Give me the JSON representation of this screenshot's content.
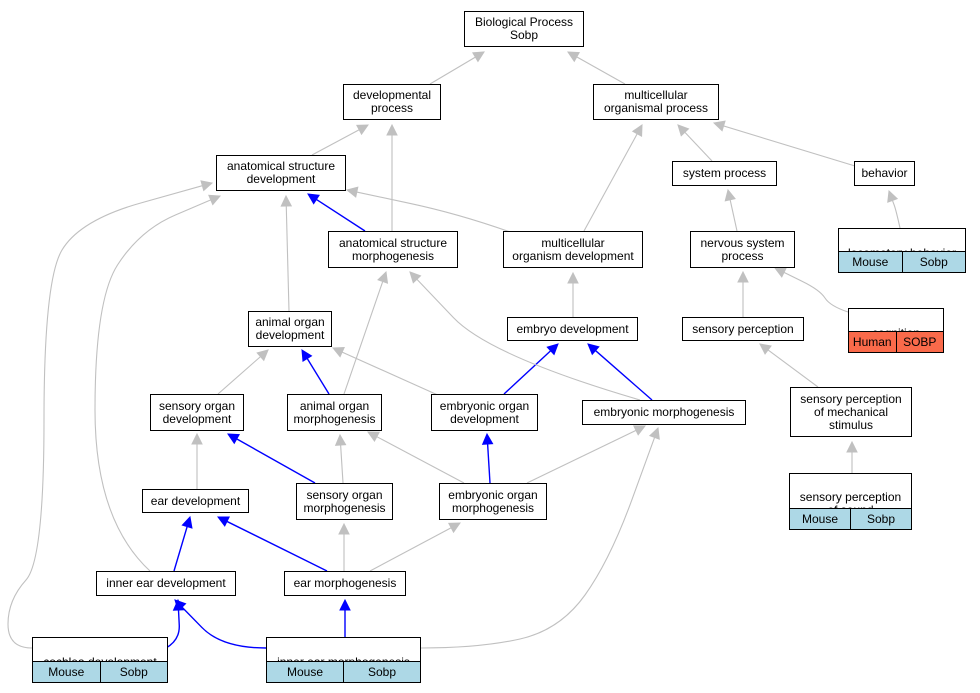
{
  "colors": {
    "is_a_edge": "#c0c0c0",
    "part_of_edge": "#0000ff",
    "mouse_tag": "#add8e6",
    "human_tag": "#fa6a4a",
    "node_border": "#000000",
    "node_fill": "#ffffff"
  },
  "nodes": {
    "biological_process": {
      "label": "Biological Process\nSobp"
    },
    "developmental_process": {
      "label": "developmental\nprocess"
    },
    "multicellular_organismal_process": {
      "label": "multicellular\norganismal process"
    },
    "anatomical_structure_development": {
      "label": "anatomical structure\ndevelopment"
    },
    "system_process": {
      "label": "system process"
    },
    "behavior": {
      "label": "behavior"
    },
    "locomotory_behavior": {
      "label": "locomotory behavior",
      "tags": [
        "Mouse",
        "Sobp"
      ],
      "tag_color": "mouse"
    },
    "anatomical_structure_morphogenesis": {
      "label": "anatomical structure\nmorphogenesis"
    },
    "multicellular_organism_development": {
      "label": "multicellular\norganism development"
    },
    "nervous_system_process": {
      "label": "nervous system\nprocess"
    },
    "cognition": {
      "label": "cognition",
      "tags": [
        "Human",
        "SOBP"
      ],
      "tag_color": "human"
    },
    "animal_organ_development": {
      "label": "animal organ\ndevelopment"
    },
    "embryo_development": {
      "label": "embryo development"
    },
    "sensory_perception": {
      "label": "sensory perception"
    },
    "sensory_organ_development": {
      "label": "sensory organ\ndevelopment"
    },
    "animal_organ_morphogenesis": {
      "label": "animal organ\nmorphogenesis"
    },
    "embryonic_organ_development": {
      "label": "embryonic organ\ndevelopment"
    },
    "embryonic_morphogenesis": {
      "label": "embryonic morphogenesis"
    },
    "sensory_perception_mechanical": {
      "label": "sensory perception\nof mechanical\nstimulus"
    },
    "ear_development": {
      "label": "ear development"
    },
    "sensory_organ_morphogenesis": {
      "label": "sensory organ\nmorphogenesis"
    },
    "embryonic_organ_morphogenesis": {
      "label": "embryonic organ\nmorphogenesis"
    },
    "sensory_perception_sound": {
      "label": "sensory perception\nof sound",
      "tags": [
        "Mouse",
        "Sobp"
      ],
      "tag_color": "mouse"
    },
    "inner_ear_development": {
      "label": "inner ear development"
    },
    "ear_morphogenesis": {
      "label": "ear morphogenesis"
    },
    "cochlea_development": {
      "label": "cochlea development",
      "tags": [
        "Mouse",
        "Sobp"
      ],
      "tag_color": "mouse"
    },
    "inner_ear_morphogenesis": {
      "label": "inner ear morphogenesis",
      "tags": [
        "Mouse",
        "Sobp"
      ],
      "tag_color": "mouse"
    }
  },
  "edges": [
    {
      "from": "developmental_process",
      "to": "biological_process",
      "type": "is_a"
    },
    {
      "from": "multicellular_organismal_process",
      "to": "biological_process",
      "type": "is_a"
    },
    {
      "from": "anatomical_structure_development",
      "to": "developmental_process",
      "type": "is_a"
    },
    {
      "from": "anatomical_structure_morphogenesis",
      "to": "developmental_process",
      "type": "is_a"
    },
    {
      "from": "multicellular_organism_development",
      "to": "multicellular_organismal_process",
      "type": "is_a"
    },
    {
      "from": "system_process",
      "to": "multicellular_organismal_process",
      "type": "is_a"
    },
    {
      "from": "behavior",
      "to": "multicellular_organismal_process",
      "type": "is_a"
    },
    {
      "from": "locomotory_behavior",
      "to": "behavior",
      "type": "is_a"
    },
    {
      "from": "nervous_system_process",
      "to": "system_process",
      "type": "is_a"
    },
    {
      "from": "cognition",
      "to": "nervous_system_process",
      "type": "is_a"
    },
    {
      "from": "sensory_perception",
      "to": "nervous_system_process",
      "type": "is_a"
    },
    {
      "from": "sensory_perception_mechanical",
      "to": "sensory_perception",
      "type": "is_a"
    },
    {
      "from": "sensory_perception_sound",
      "to": "sensory_perception_mechanical",
      "type": "is_a"
    },
    {
      "from": "anatomical_structure_morphogenesis",
      "to": "anatomical_structure_development",
      "type": "part_of"
    },
    {
      "from": "multicellular_organism_development",
      "to": "anatomical_structure_development",
      "type": "is_a"
    },
    {
      "from": "animal_organ_development",
      "to": "anatomical_structure_development",
      "type": "is_a"
    },
    {
      "from": "embryo_development",
      "to": "multicellular_organism_development",
      "type": "is_a"
    },
    {
      "from": "embryonic_organ_development",
      "to": "embryo_development",
      "type": "part_of"
    },
    {
      "from": "embryonic_morphogenesis",
      "to": "embryo_development",
      "type": "part_of"
    },
    {
      "from": "embryonic_morphogenesis",
      "to": "anatomical_structure_morphogenesis",
      "type": "is_a"
    },
    {
      "from": "animal_organ_morphogenesis",
      "to": "anatomical_structure_morphogenesis",
      "type": "is_a"
    },
    {
      "from": "sensory_organ_development",
      "to": "animal_organ_development",
      "type": "is_a"
    },
    {
      "from": "animal_organ_morphogenesis",
      "to": "animal_organ_development",
      "type": "part_of"
    },
    {
      "from": "embryonic_organ_development",
      "to": "animal_organ_development",
      "type": "is_a"
    },
    {
      "from": "ear_development",
      "to": "sensory_organ_development",
      "type": "is_a"
    },
    {
      "from": "sensory_organ_morphogenesis",
      "to": "sensory_organ_development",
      "type": "part_of"
    },
    {
      "from": "sensory_organ_morphogenesis",
      "to": "animal_organ_morphogenesis",
      "type": "is_a"
    },
    {
      "from": "embryonic_organ_morphogenesis",
      "to": "animal_organ_morphogenesis",
      "type": "is_a"
    },
    {
      "from": "embryonic_organ_morphogenesis",
      "to": "embryonic_organ_development",
      "type": "part_of"
    },
    {
      "from": "embryonic_organ_morphogenesis",
      "to": "embryonic_morphogenesis",
      "type": "is_a"
    },
    {
      "from": "inner_ear_development",
      "to": "ear_development",
      "type": "part_of"
    },
    {
      "from": "ear_morphogenesis",
      "to": "ear_development",
      "type": "part_of"
    },
    {
      "from": "ear_morphogenesis",
      "to": "sensory_organ_morphogenesis",
      "type": "is_a"
    },
    {
      "from": "ear_morphogenesis",
      "to": "embryonic_organ_morphogenesis",
      "type": "is_a"
    },
    {
      "from": "inner_ear_development",
      "to": "anatomical_structure_development",
      "type": "is_a"
    },
    {
      "from": "cochlea_development",
      "to": "anatomical_structure_development",
      "type": "is_a"
    },
    {
      "from": "cochlea_development",
      "to": "inner_ear_development",
      "type": "part_of"
    },
    {
      "from": "inner_ear_morphogenesis",
      "to": "inner_ear_development",
      "type": "part_of"
    },
    {
      "from": "inner_ear_morphogenesis",
      "to": "ear_morphogenesis",
      "type": "part_of"
    },
    {
      "from": "inner_ear_morphogenesis",
      "to": "embryonic_morphogenesis",
      "type": "is_a"
    }
  ]
}
